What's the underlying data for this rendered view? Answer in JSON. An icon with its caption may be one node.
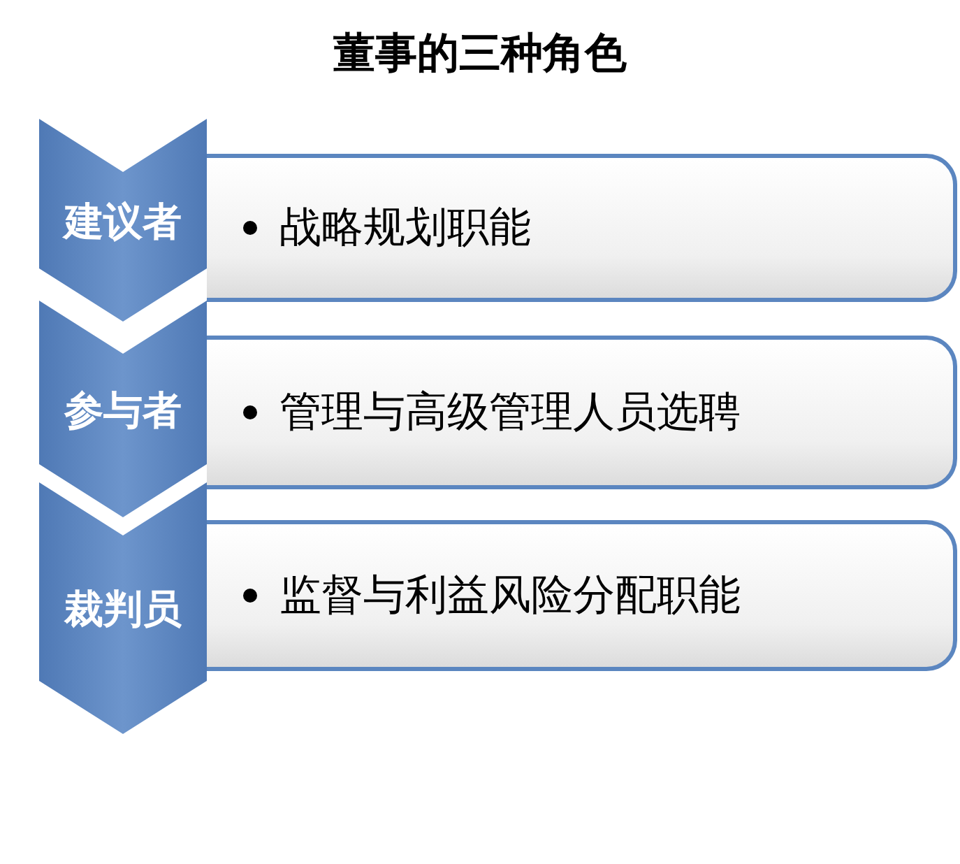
{
  "diagram": {
    "title": "董事的三种角色",
    "nodes": [
      {
        "text": [
          "建议者"
        ]
      },
      {
        "text": [
          "战略规划职能"
        ]
      },
      {
        "text": [
          "参与者"
        ]
      },
      {
        "text": [
          "管理与高级管理人员选聘"
        ]
      },
      {
        "text": [
          "裁判员"
        ]
      },
      {
        "text": [
          "监督与利益风险分配职能"
        ]
      }
    ]
  }
}
